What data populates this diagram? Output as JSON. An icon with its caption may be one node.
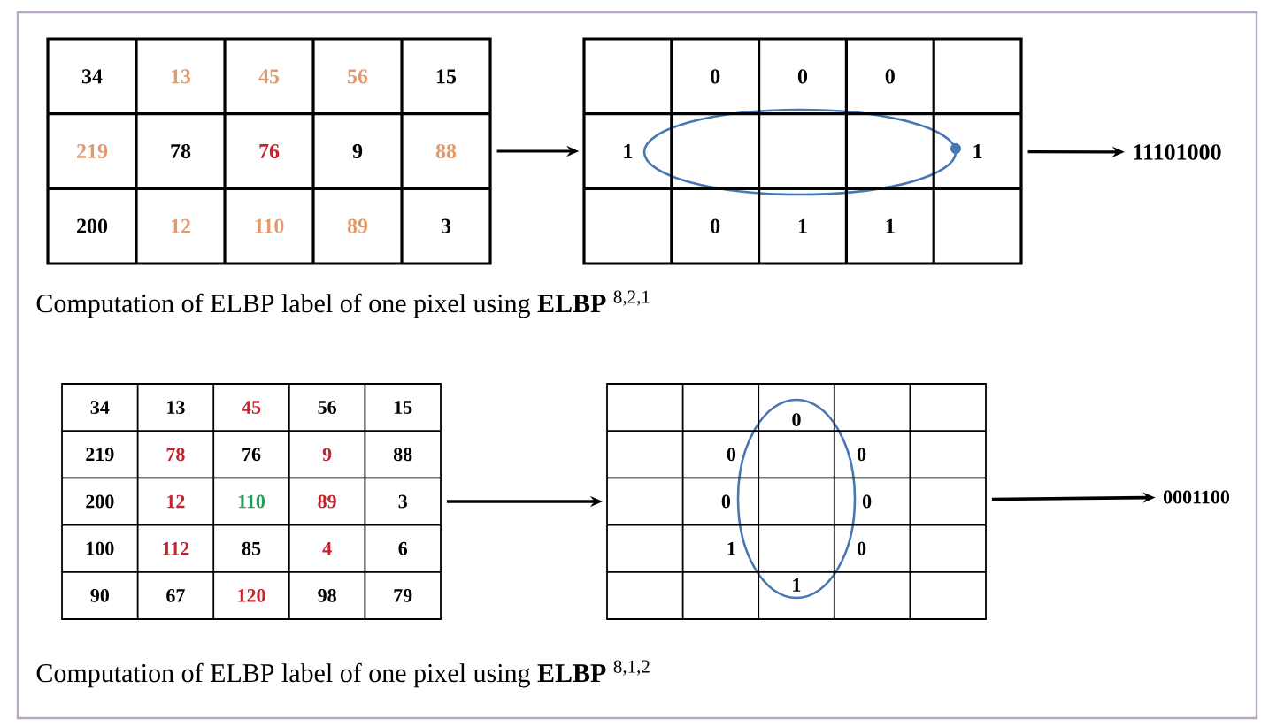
{
  "diagram": {
    "nodes": [
      {
        "text": [
          "34",
          "13",
          "45",
          "56",
          "15",
          "219",
          "78",
          "76",
          "9",
          "88",
          "200",
          "12",
          "110",
          "89",
          "3"
        ]
      },
      {
        "text": [
          "0",
          "0",
          "0",
          "1",
          "1",
          "0",
          "1",
          "1"
        ]
      },
      {
        "text": [
          "11101000"
        ]
      },
      {
        "text": [
          "34",
          "13",
          "45",
          "56",
          "15",
          "219",
          "78",
          "76",
          "9",
          "88",
          "200",
          "12",
          "110",
          "89",
          "3",
          "100",
          "112",
          "85",
          "4",
          "6",
          "90",
          "67",
          "120",
          "98",
          "79"
        ]
      },
      {
        "text": [
          "0",
          "0",
          "0",
          "0",
          "0",
          "1",
          "0",
          "1"
        ]
      },
      {
        "text": [
          "0001100"
        ]
      }
    ],
    "edges": [
      {
        "from": 0,
        "to": 1,
        "arrow": "to"
      },
      {
        "from": 1,
        "to": 2,
        "arrow": "to"
      },
      {
        "from": 3,
        "to": 4,
        "arrow": "to"
      },
      {
        "from": 4,
        "to": 5,
        "arrow": "to"
      }
    ],
    "labels": [
      "Computation of ELBP label of one pixel using **ELBP** $^{8,2,1}$",
      "Computation of ELBP label of one pixel using **ELBP** $^{8,1,2}$"
    ]
  }
}
